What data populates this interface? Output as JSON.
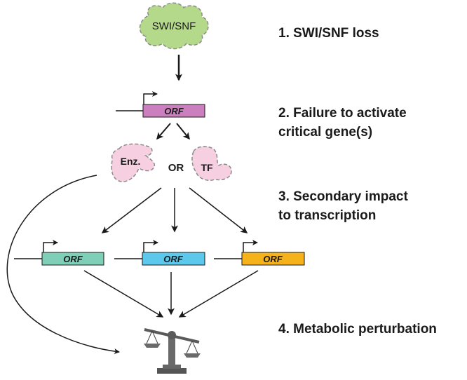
{
  "complex": {
    "label": "SWI/SNF",
    "color": "#b5d98a"
  },
  "steps": [
    {
      "line1": "1. SWI/SNF loss",
      "line2": ""
    },
    {
      "line1": "2. Failure to activate",
      "line2": "critical gene(s)"
    },
    {
      "line1": "3. Secondary impact",
      "line2": "to transcription"
    },
    {
      "line1": "4. Metabolic perturbation",
      "line2": ""
    }
  ],
  "primary_gene": {
    "label": "ORF",
    "color": "#cc7fbf"
  },
  "products": {
    "enzyme_label": "Enz.",
    "or_label": "OR",
    "tf_label": "TF",
    "color": "#f6cfe0"
  },
  "secondary_genes": [
    {
      "label": "ORF",
      "color": "#7fcfb8"
    },
    {
      "label": "ORF",
      "color": "#5bc8ec"
    },
    {
      "label": "ORF",
      "color": "#f5b21a"
    }
  ],
  "balance_icon": "balance-scale-icon"
}
